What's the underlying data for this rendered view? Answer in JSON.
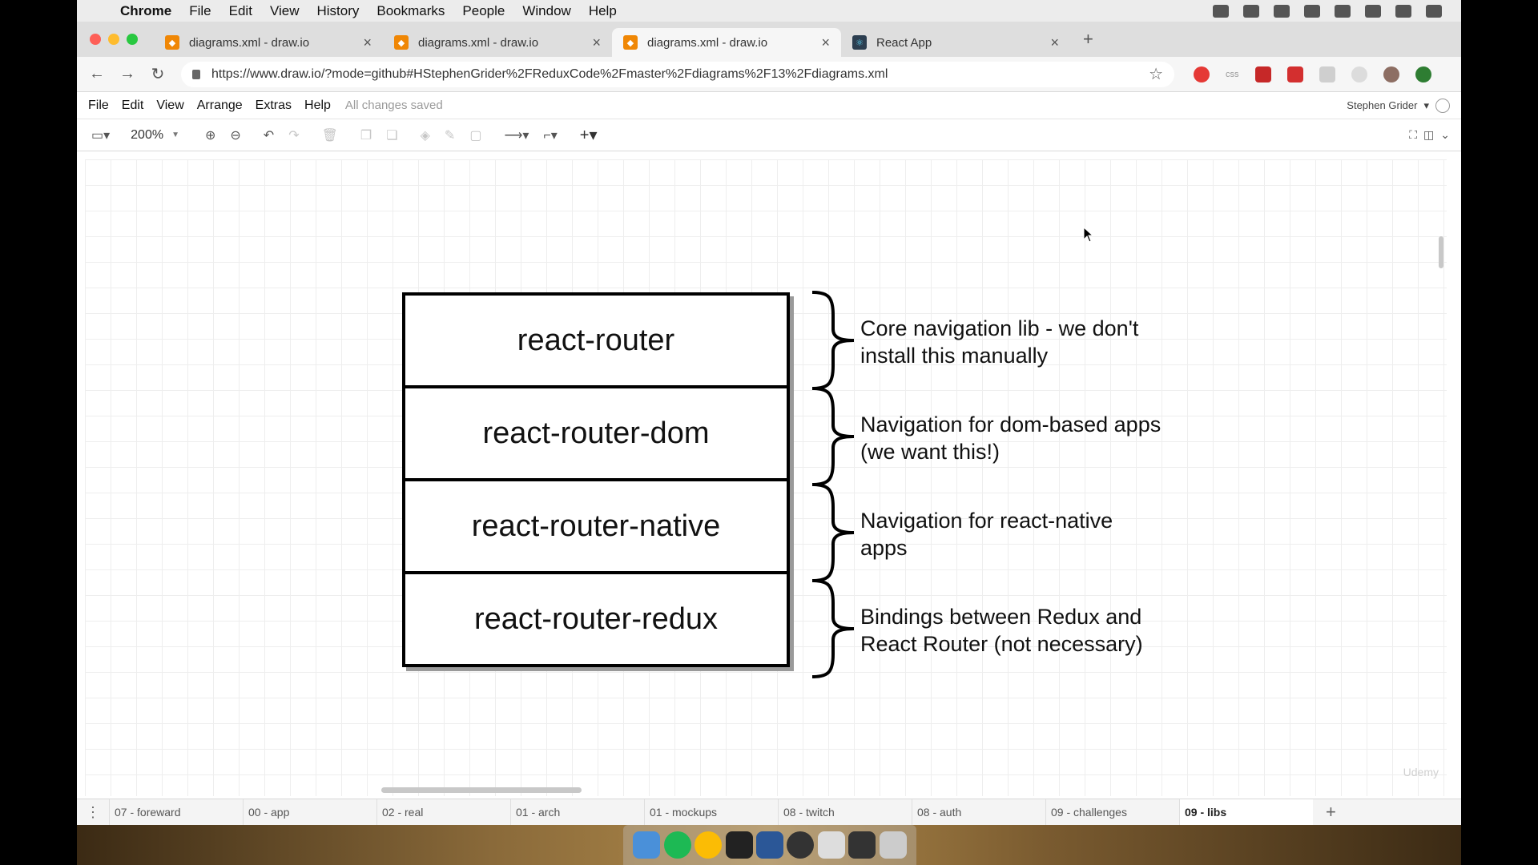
{
  "mac_menubar": {
    "app": "Chrome",
    "items": [
      "File",
      "Edit",
      "View",
      "History",
      "Bookmarks",
      "People",
      "Window",
      "Help"
    ]
  },
  "browser": {
    "tabs": [
      {
        "title": "diagrams.xml - draw.io",
        "active": false
      },
      {
        "title": "diagrams.xml - draw.io",
        "active": false
      },
      {
        "title": "diagrams.xml - draw.io",
        "active": true
      },
      {
        "title": "React App",
        "active": false
      }
    ],
    "url": "https://www.draw.io/?mode=github#HStephenGrider%2FReduxCode%2Fmaster%2Fdiagrams%2F13%2Fdiagrams.xml",
    "extensions": [
      "#e53935",
      "#9e9e9e",
      "#c62828",
      "#d32f2f",
      "#bdbdbd",
      "#bdbdbd",
      "#8d6e63",
      "#2e7d32"
    ],
    "ext_label_css": "css"
  },
  "drawio": {
    "menu": [
      "File",
      "Edit",
      "View",
      "Arrange",
      "Extras",
      "Help"
    ],
    "save_status": "All changes saved",
    "user": "Stephen Grider",
    "zoom": "200%"
  },
  "diagram": {
    "boxes": [
      "react-router",
      "react-router-dom",
      "react-router-native",
      "react-router-redux"
    ],
    "descriptions": [
      [
        "Core navigation lib - we don't",
        "install this manually"
      ],
      [
        "Navigation for dom-based apps",
        "(we want this!)"
      ],
      [
        "Navigation for react-native",
        "apps"
      ],
      [
        "Bindings between Redux and",
        "React Router (not necessary)"
      ]
    ]
  },
  "pages": [
    "07 - foreward",
    "00 - app",
    "02 - real",
    "01 - arch",
    "01 - mockups",
    "08 - twitch",
    "08 - auth",
    "09 - challenges",
    "09 - libs"
  ],
  "active_page": "09 - libs",
  "watermark": "Udemy",
  "colors": {
    "close": "#fe5f57",
    "minimize": "#febc2e",
    "maximize": "#28c840",
    "drawio_orange": "#f08705",
    "border": "#000000",
    "shadow": "#9a9a9a"
  },
  "dock_apps": [
    "#4a90d9",
    "#1db954",
    "#fbbc05",
    "#222222",
    "#2b5797",
    "#333333",
    "#dddddd",
    "#333333",
    "#cccccc"
  ]
}
